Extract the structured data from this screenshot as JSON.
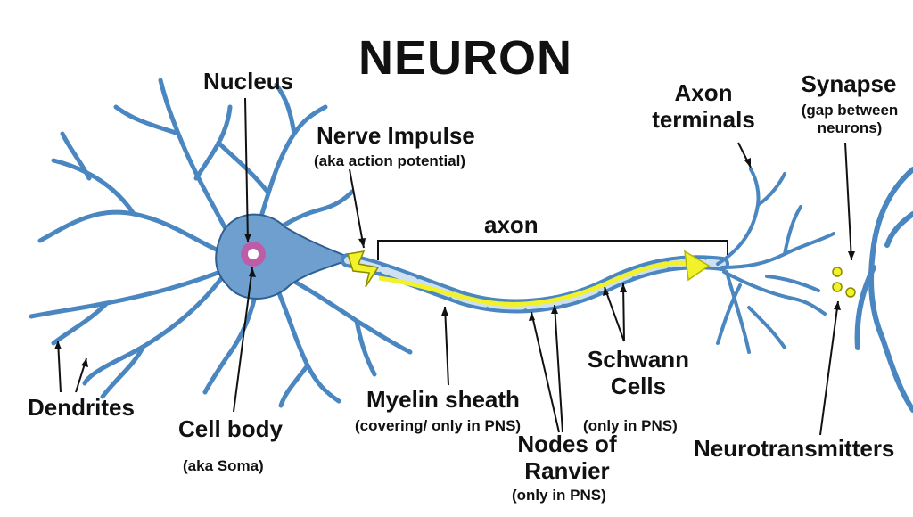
{
  "title": "NEURON",
  "labels": {
    "nucleus": "Nucleus",
    "nerve_impulse": "Nerve Impulse",
    "nerve_impulse_sub": "(aka action potential)",
    "axon": "axon",
    "axon_terminals_1": "Axon",
    "axon_terminals_2": "terminals",
    "synapse": "Synapse",
    "synapse_sub_1": "(gap between",
    "synapse_sub_2": "neurons)",
    "dendrites": "Dendrites",
    "cell_body": "Cell body",
    "cell_body_sub": "(aka Soma)",
    "myelin": "Myelin sheath",
    "myelin_sub": "(covering/ only in PNS)",
    "schwann_1": "Schwann",
    "schwann_2": "Cells",
    "schwann_sub": "(only in PNS)",
    "nodes_1": "Nodes of",
    "nodes_2": "Ranvier",
    "nodes_sub": "(only in PNS)",
    "neurotransmitters": "Neurotransmitters"
  },
  "colors": {
    "neuron_blue": "#4a86c0",
    "neuron_dark": "#2f5f93",
    "impulse_yellow": "#f2f22a",
    "nucleus_pink": "#d9479a",
    "line": "#111111"
  }
}
